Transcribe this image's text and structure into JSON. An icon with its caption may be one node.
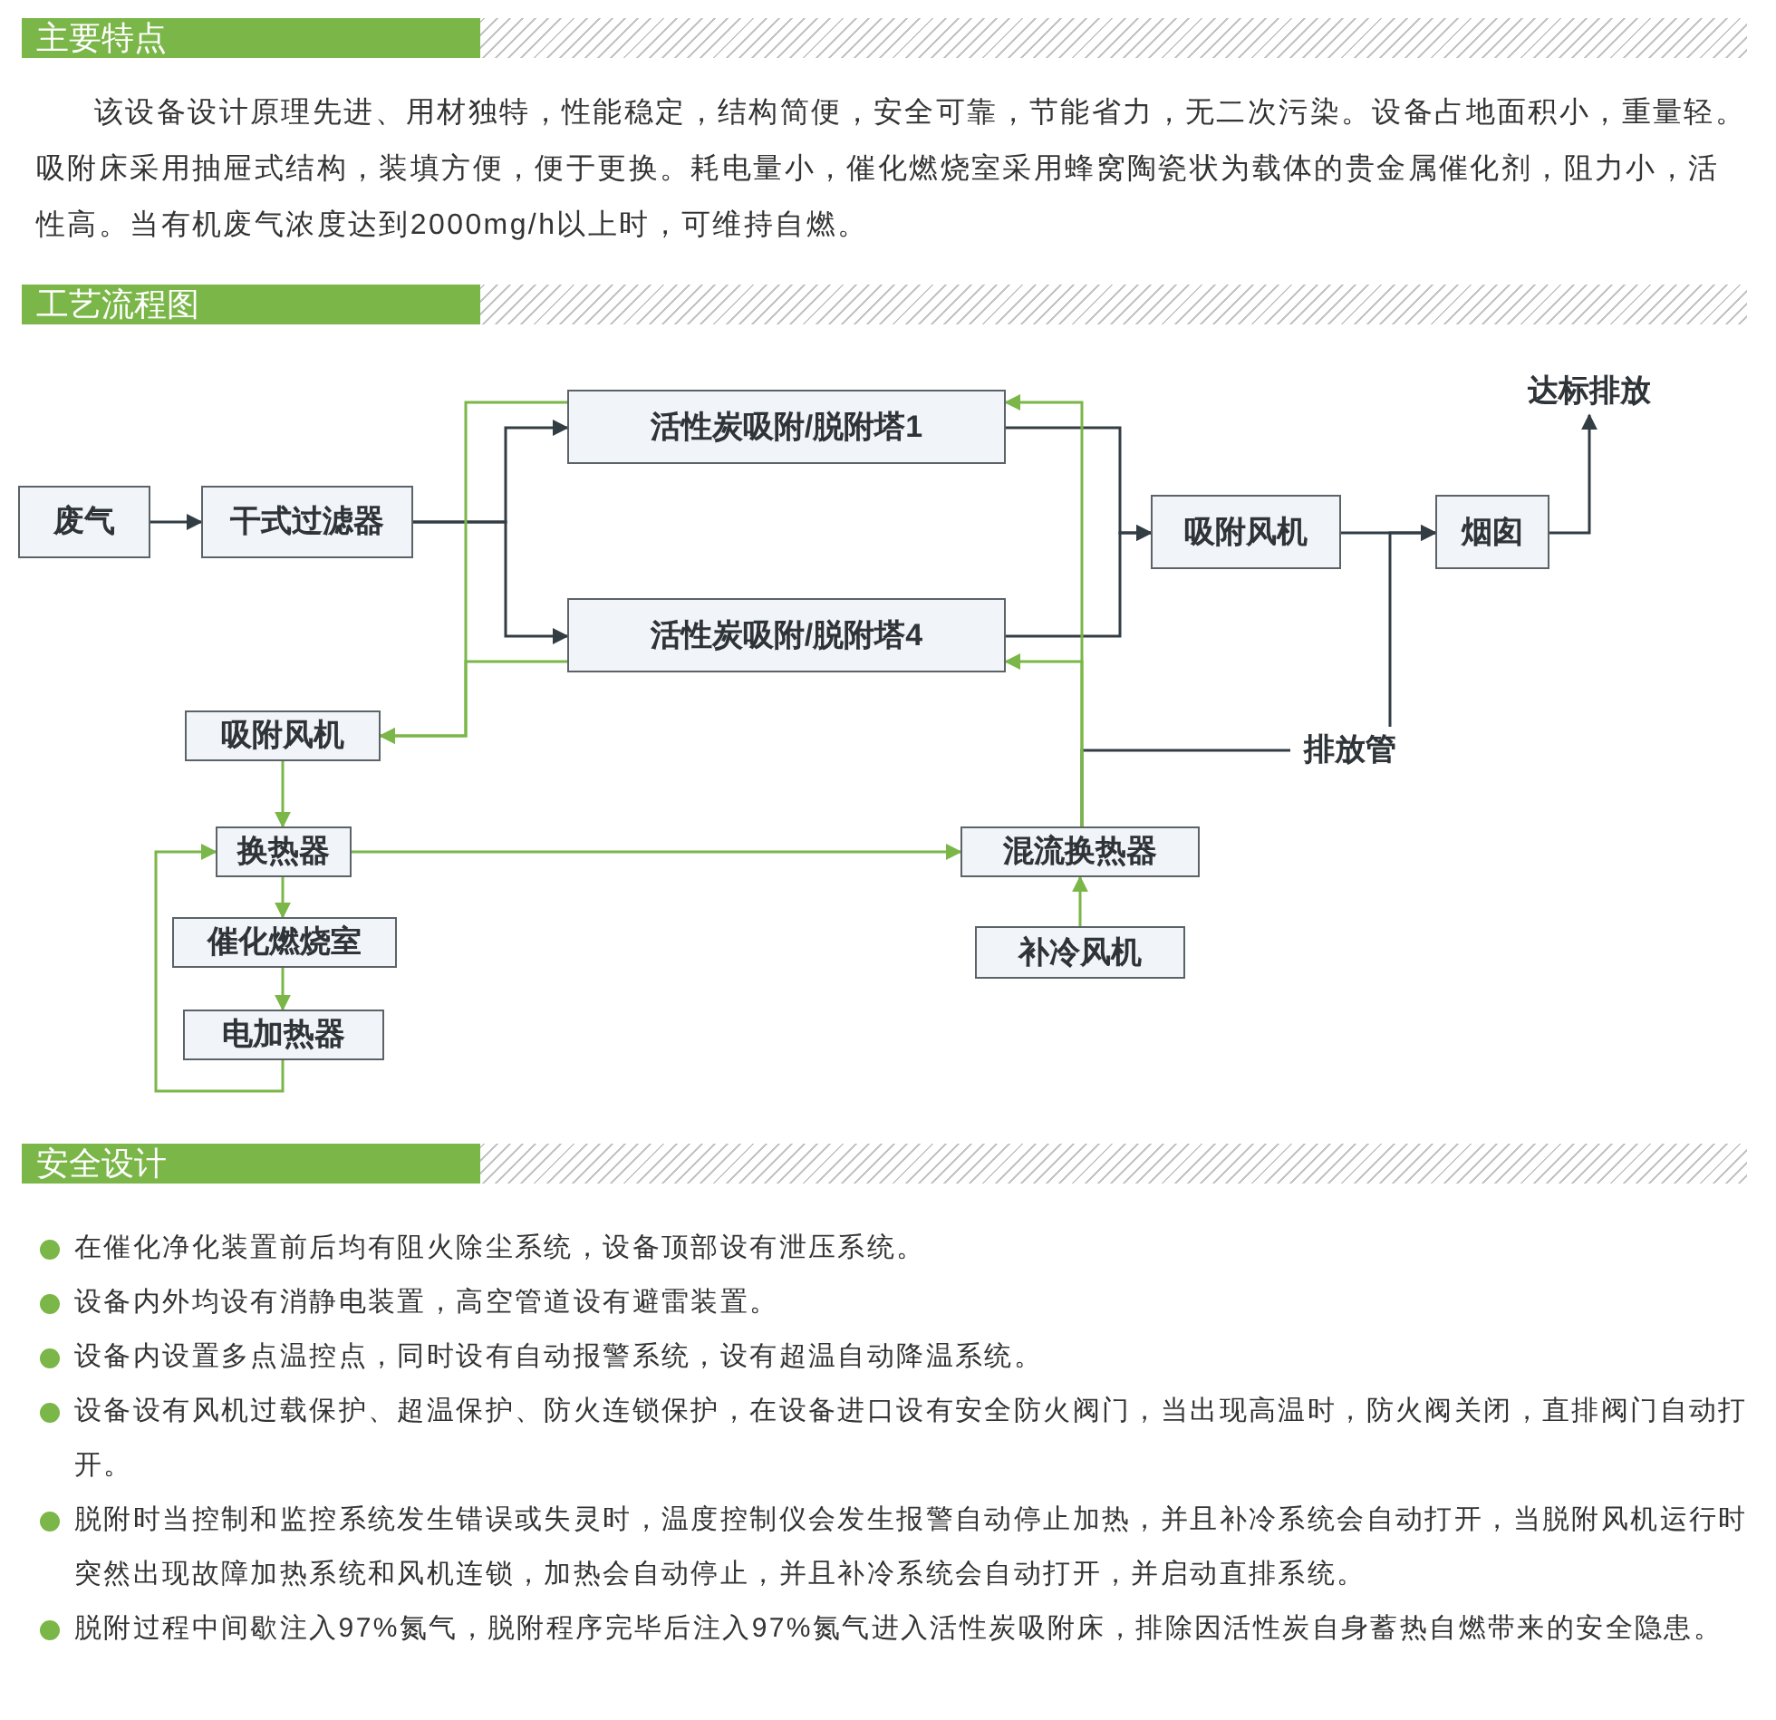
{
  "diagram": {
    "nodes": [
      {
        "text": [
          "废气"
        ]
      },
      {
        "text": [
          "干式过滤器"
        ]
      },
      {
        "text": [
          "活性炭吸附/脱附塔1"
        ]
      },
      {
        "text": [
          "活性炭吸附/脱附塔4"
        ]
      },
      {
        "text": [
          "吸附风机"
        ]
      },
      {
        "text": [
          "烟囱"
        ]
      },
      {
        "text": [
          "达标排放"
        ]
      },
      {
        "text": [
          "排放管"
        ]
      },
      {
        "text": [
          "吸附风机"
        ]
      },
      {
        "text": [
          "换热器"
        ]
      },
      {
        "text": [
          "催化燃烧室"
        ]
      },
      {
        "text": [
          "电加热器"
        ]
      },
      {
        "text": [
          "混流换热器"
        ]
      },
      {
        "text": [
          "补冷风机"
        ]
      }
    ],
    "edges": [
      {
        "from": 0,
        "to": 1,
        "arrow": "to",
        "color": "#333d44"
      },
      {
        "from": 1,
        "to": 2,
        "arrow": "to",
        "color": "#333d44"
      },
      {
        "from": 1,
        "to": 3,
        "arrow": "to",
        "color": "#333d44"
      },
      {
        "from": 2,
        "to": 4,
        "arrow": "to",
        "color": "#333d44"
      },
      {
        "from": 3,
        "to": 4,
        "arrow": "to",
        "color": "#333d44"
      },
      {
        "from": 4,
        "to": 5,
        "arrow": "to",
        "color": "#333d44"
      },
      {
        "from": 5,
        "to": 6,
        "arrow": "to",
        "color": "#333d44"
      },
      {
        "from": 7,
        "to": 5,
        "arrow": "to",
        "color": "#333d44"
      },
      {
        "from": 12,
        "to": 7,
        "arrow": "none",
        "color": "#333d44"
      },
      {
        "from": 12,
        "to": 2,
        "arrow": "to"
      },
      {
        "from": 12,
        "to": 3,
        "arrow": "to"
      },
      {
        "from": 2,
        "to": 8,
        "arrow": "to"
      },
      {
        "from": 3,
        "to": 8,
        "arrow": "to"
      },
      {
        "from": 8,
        "to": 9,
        "arrow": "to"
      },
      {
        "from": 9,
        "to": 10,
        "arrow": "to"
      },
      {
        "from": 10,
        "to": 11,
        "arrow": "to"
      },
      {
        "from": 11,
        "to": 9,
        "arrow": "to"
      },
      {
        "from": 9,
        "to": 12,
        "arrow": "to"
      },
      {
        "from": 13,
        "to": 12,
        "arrow": "to"
      }
    ],
    "labels": [
      "主要特点",
      "该设备设计原理先进、用材独特，性能稳定，结构简便，安全可靠，节能省力，无二次污染。设备占地面积小，重量轻。吸附床采用抽屉式结构，装填方便，便于更换。耗电量小，催化燃烧室采用蜂窝陶瓷状为载体的贵金属催化剂，阻力小，活性高。当有机废气浓度达到2000mg/h以上时，可维持自燃。",
      "工艺流程图",
      "安全设计",
      "在催化净化装置前后均有阻火除尘系统，设备顶部设有泄压系统。",
      "设备内外均设有消静电装置，高空管道设有避雷装置。",
      "设备内设置多点温控点，同时设有自动报警系统，设有超温自动降温系统。",
      "设备设有风机过载保护、超温保护、防火连锁保护，在设备进口设有安全防火阀门，当出现高温时，防火阀关闭，直排阀门自动打开。",
      "脱附时当控制和监控系统发生错误或失灵时，温度控制仪会发生报警自动停止加热，并且补冷系统会自动打开，当脱附风机运行时突然出现故障加热系统和风机连锁，加热会自动停止，并且补冷系统会自动打开，并启动直排系统。",
      "脱附过程中间歇注入97%氮气，脱附程序完毕后注入97%氮气进入活性炭吸附床，排除因活性炭自身蓄热自燃带来的安全隐患。"
    ]
  }
}
